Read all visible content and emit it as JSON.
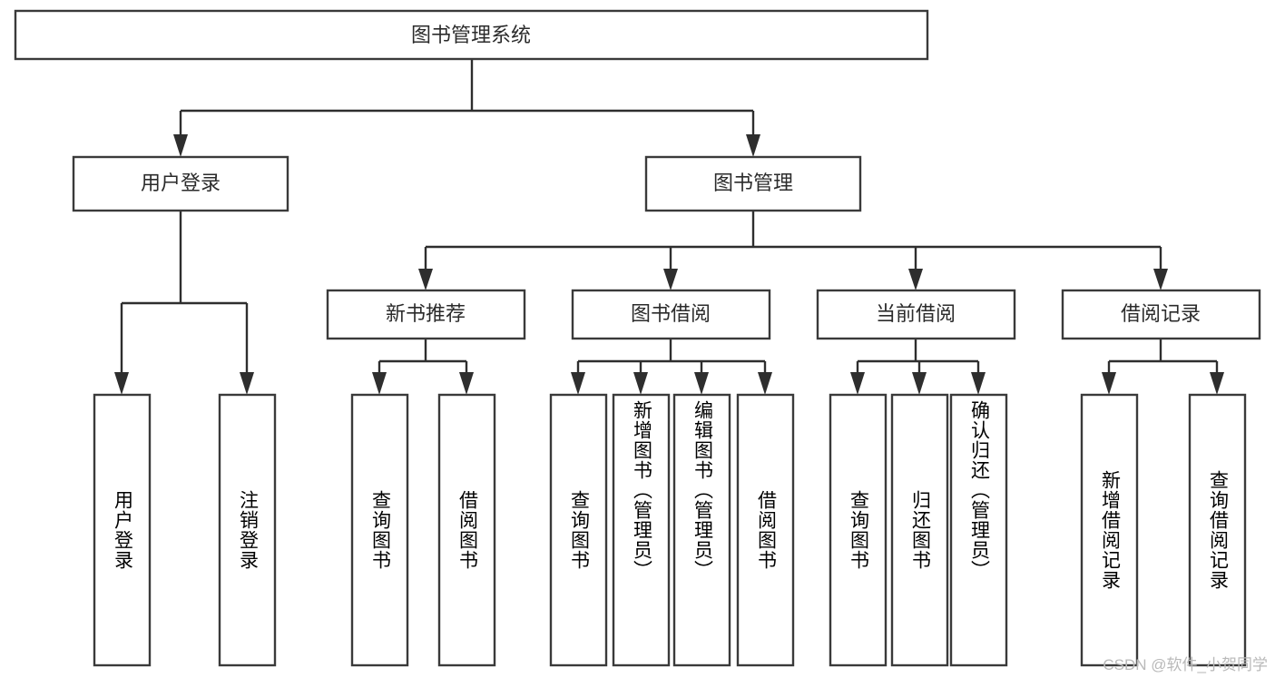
{
  "diagram": {
    "title_node": {
      "label": "图书管理系统"
    },
    "level2": [
      {
        "id": "user-login",
        "label": "用户登录"
      },
      {
        "id": "book-manage",
        "label": "图书管理"
      }
    ],
    "level3": [
      {
        "id": "new-book-recommend",
        "label": "新书推荐"
      },
      {
        "id": "book-borrow",
        "label": "图书借阅"
      },
      {
        "id": "current-borrow",
        "label": "当前借阅"
      },
      {
        "id": "borrow-record",
        "label": "借阅记录"
      }
    ],
    "leaves": [
      {
        "id": "leaf-user-login",
        "label": "用户登录"
      },
      {
        "id": "leaf-logout",
        "label": "注销登录"
      },
      {
        "id": "leaf-query-book-1",
        "label": "查询图书"
      },
      {
        "id": "leaf-borrow-book-1",
        "label": "借阅图书"
      },
      {
        "id": "leaf-query-book-2",
        "label": "查询图书"
      },
      {
        "id": "leaf-add-book",
        "label": "新增图书（管理员）"
      },
      {
        "id": "leaf-edit-book",
        "label": "编辑图书（管理员）"
      },
      {
        "id": "leaf-borrow-book-2",
        "label": "借阅图书"
      },
      {
        "id": "leaf-query-book-3",
        "label": "查询图书"
      },
      {
        "id": "leaf-return-book",
        "label": "归还图书"
      },
      {
        "id": "leaf-confirm-return",
        "label": "确认归还（管理员）"
      },
      {
        "id": "leaf-add-record",
        "label": "新增借阅记录"
      },
      {
        "id": "leaf-query-record",
        "label": "查询借阅记录"
      }
    ],
    "colors": {
      "box_stroke": "#3a3a3a",
      "connector": "#2e2e2e",
      "text": "#2b2b2b",
      "background": "#ffffff",
      "watermark": "#b9b9b9"
    }
  },
  "watermark": {
    "text": "CSDN @软件_小贺同学"
  }
}
